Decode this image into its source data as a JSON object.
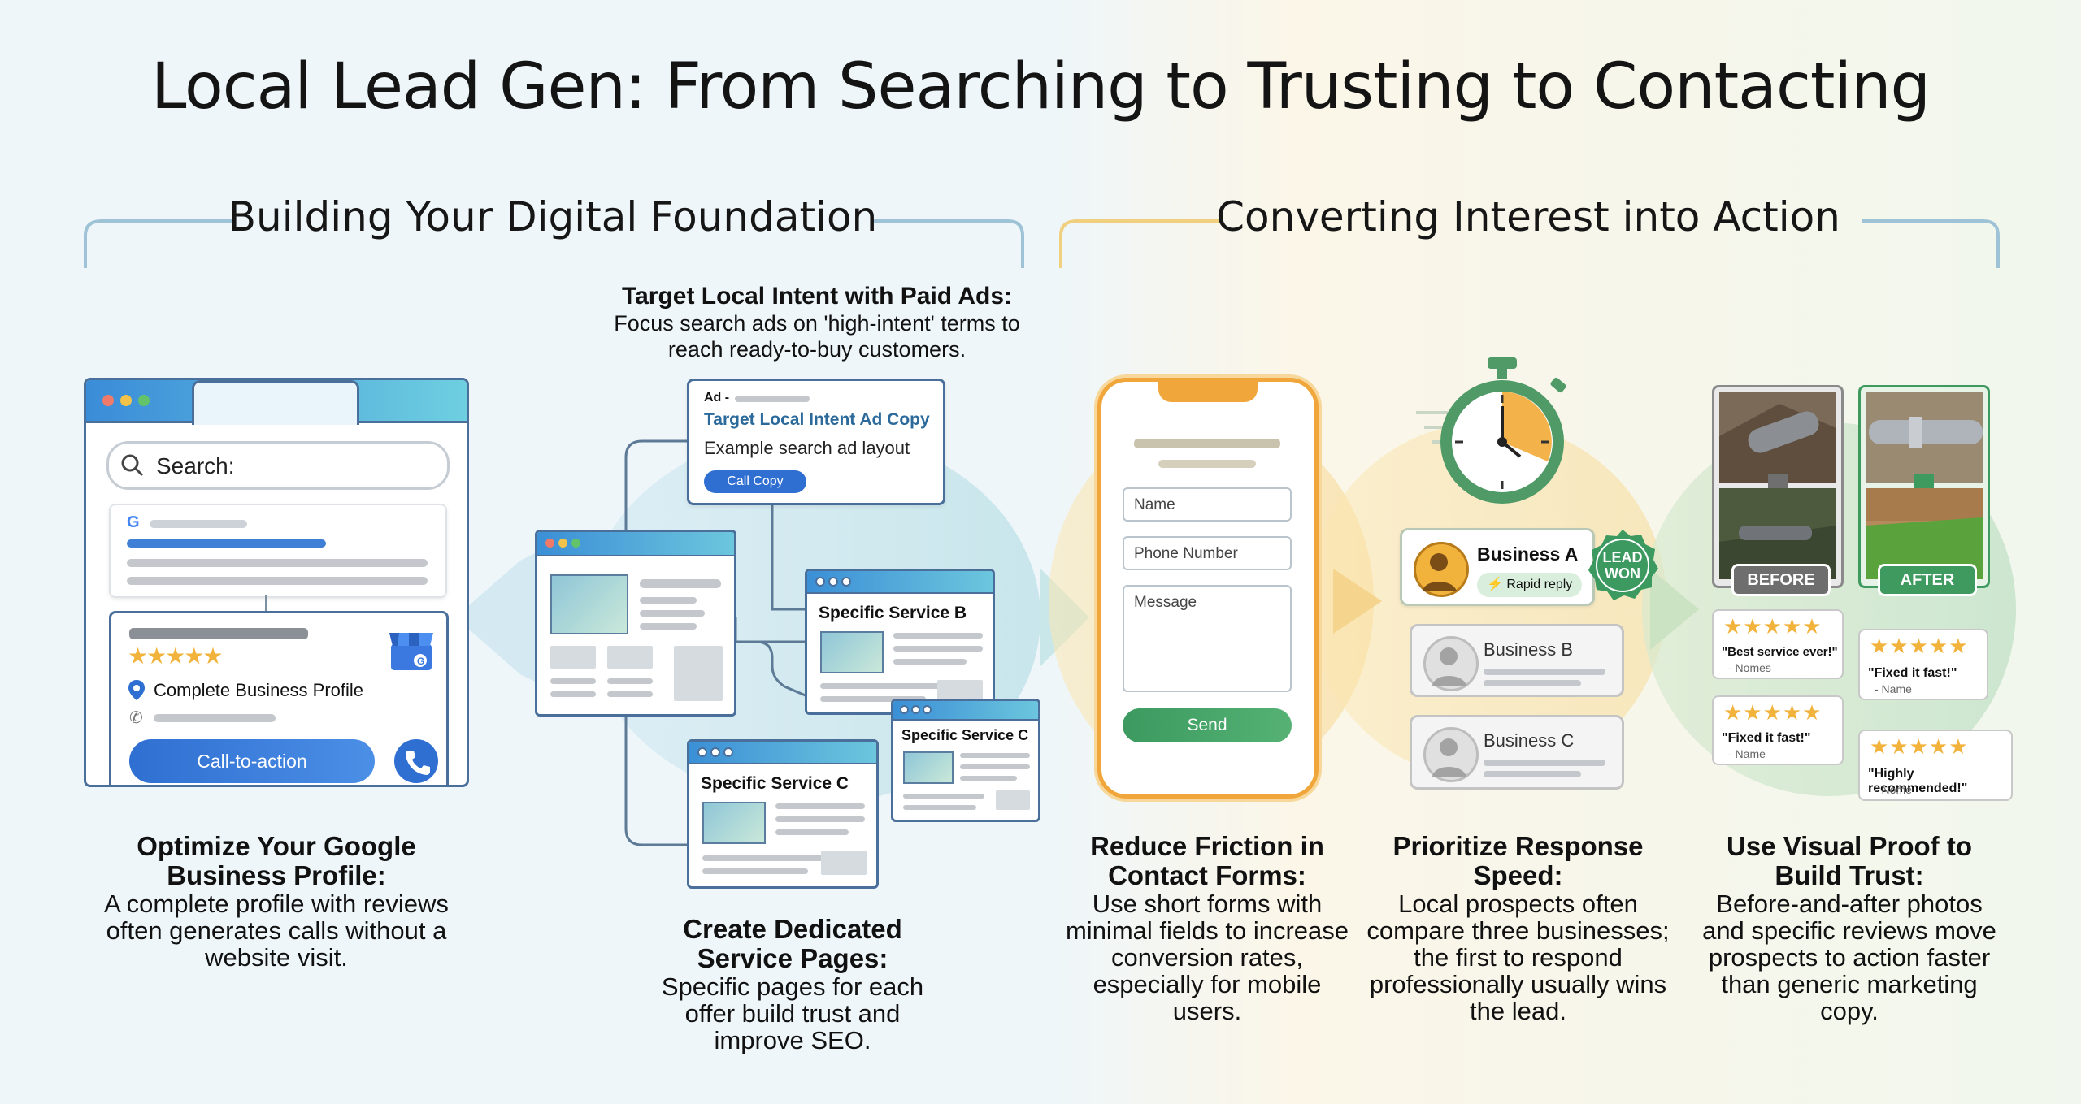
{
  "title": "Local Lead Gen: From Searching to Trusting to Contacting",
  "section_left": "Building Your Digital Foundation",
  "section_right": "Converting Interest into Action",
  "gbp": {
    "search_label": "Search:",
    "profile_label": "Complete Business Profile",
    "cta_label": "Call-to-action",
    "stars": "★★★★★",
    "caption_title": "Optimize Your Google Business Profile:",
    "caption_body": "A complete profile with reviews often generates calls without a website visit."
  },
  "ads": {
    "caption_title": "Target Local Intent with Paid Ads:",
    "caption_body": "Focus search ads on 'high-intent' terms to reach ready-to-buy customers.",
    "ad_tag": "Ad -",
    "ad_headline": "Target Local Intent Ad Copy",
    "ad_desc": "Example search ad layout",
    "ad_button": "Call Copy"
  },
  "service_pages": {
    "page_b": "Specific Service B",
    "page_c1": "Specific Service C",
    "page_c2": "Specific Service C",
    "caption_title": "Create Dedicated Service Pages:",
    "caption_body": "Specific pages for each offer build trust and improve SEO."
  },
  "form": {
    "name_placeholder": "Name",
    "phone_placeholder": "Phone Number",
    "message_placeholder": "Message",
    "send_label": "Send",
    "caption_title": "Reduce Friction in Contact Forms:",
    "caption_body": "Use short forms with minimal fields to increase conversion rates, especially for mobile users."
  },
  "speed": {
    "business_a": "Business A",
    "rapid_reply": "Rapid reply",
    "lead_won": "LEAD WON",
    "business_b": "Business B",
    "business_c": "Business C",
    "caption_title": "Prioritize Response Speed:",
    "caption_body": "Local prospects often compare three businesses; the first to respond professionally usually wins the lead."
  },
  "proof": {
    "before_label": "BEFORE",
    "after_label": "AFTER",
    "reviews": [
      {
        "stars": "★★★★★",
        "quote": "\"Best service ever!\"",
        "name": "- Nomes"
      },
      {
        "stars": "★★★★★",
        "quote": "\"Fixed it fast!\"",
        "name": "- Name"
      },
      {
        "stars": "★★★★★",
        "quote": "\"Fixed it fast!\"",
        "name": "- Name"
      },
      {
        "stars": "★★★★★",
        "quote": "\"Highly recommended!\"",
        "name": "- Nome"
      }
    ],
    "caption_title": "Use Visual Proof to Build Trust:",
    "caption_body": "Before-and-after photos and specific reviews move prospects to action faster than generic marketing copy."
  },
  "colors": {
    "accent_blue": "#2f6fd1",
    "accent_green": "#3f9a5f",
    "accent_orange": "#f0a63a",
    "star_gold": "#f2b33d"
  }
}
